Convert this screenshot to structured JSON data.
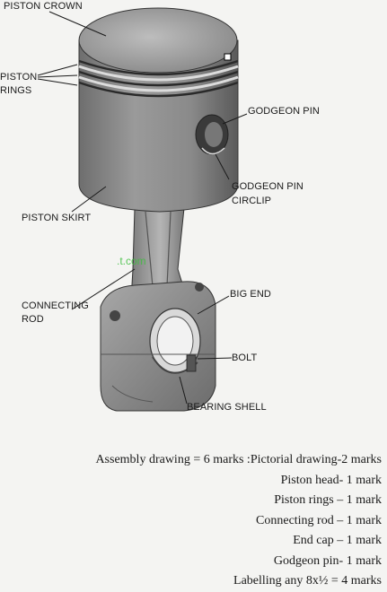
{
  "labels": {
    "piston_crown": "PISTON CROWN",
    "piston_rings_line1": "PISTON",
    "piston_rings_line2": "RINGS",
    "gudgeon_pin": "GODGEON PIN",
    "gudgeon_circlip_line1": "GODGEON PIN",
    "gudgeon_circlip_line2": "CIRCLIP",
    "piston_skirt": "PISTON SKIRT",
    "connecting_rod_line1": "CONNECTING",
    "connecting_rod_line2": "ROD",
    "big_end": "BIG END",
    "bolt": "BOLT",
    "bearing_shell": "BEARING SHELL"
  },
  "watermark": ".t.com",
  "marking_scheme": [
    "Assembly drawing =  6 marks :Pictorial drawing-2 marks",
    "Piston head- 1 mark",
    "Piston rings – 1 mark",
    "Connecting rod – 1 mark",
    "End cap – 1 mark",
    "Godgeon pin- 1 mark",
    "Labelling any 8x½   = 4 marks"
  ]
}
